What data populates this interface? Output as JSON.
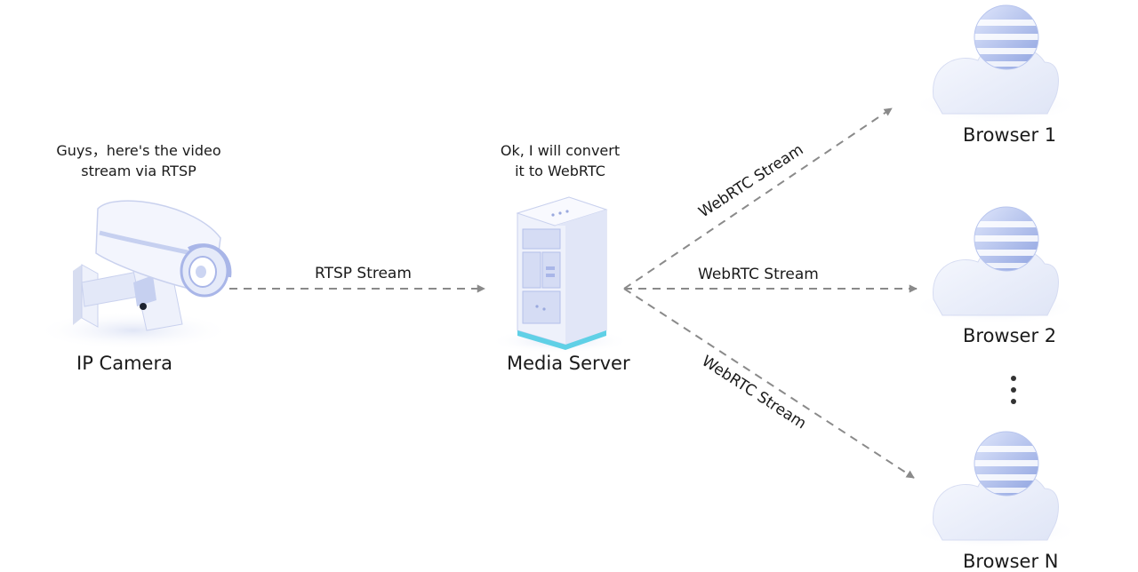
{
  "nodes": {
    "camera": {
      "label": "IP Camera",
      "note_line1": "Guys，here's the video",
      "note_line2": "stream via RTSP"
    },
    "server": {
      "label": "Media Server",
      "note_line1": "Ok, I will convert",
      "note_line2": "it to WebRTC"
    },
    "browsers": [
      {
        "label": "Browser 1"
      },
      {
        "label": "Browser 2"
      },
      {
        "label": "Browser N"
      }
    ]
  },
  "edges": {
    "camera_to_server": "RTSP Stream",
    "server_to_browser1": "WebRTC Stream",
    "server_to_browser2": "WebRTC Stream",
    "server_to_browserN": "WebRTC Stream"
  },
  "colors": {
    "arrow": "#8a8a8a",
    "device_body": "#eef1fb",
    "device_accent": "#a9b6e8",
    "globe": "#8fa3e0",
    "server_base": "#5fd0e6"
  },
  "icons": {
    "camera": "security-camera-icon",
    "server": "server-rack-icon",
    "browser": "globe-cloud-icon",
    "more": "vertical-ellipsis-icon"
  }
}
